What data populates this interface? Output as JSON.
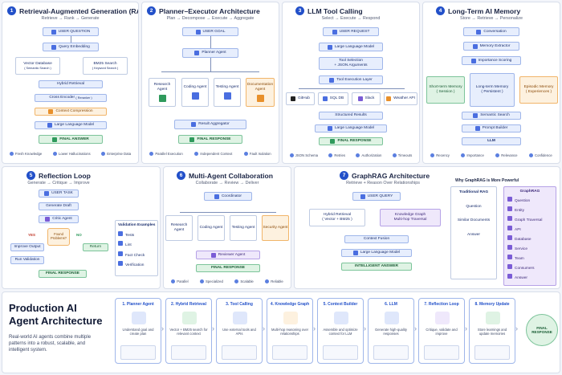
{
  "p1": {
    "num": "1",
    "title": "Retrieval-Augmented Generation (RAG)",
    "sub": "Retrieve  →  Rank  →  Generate",
    "user_question": "USER QUESTION",
    "query_embedding": "Query Embedding",
    "vector_db": "Vector Database",
    "vector_db_sub": "( Semantic Search )",
    "bm25": "BM25 Search",
    "bm25_sub": "( Keyword Search )",
    "hybrid": "Hybrid Retrieval",
    "cross": "Cross Encoder",
    "cross_sub": "( Reranker )",
    "compress": "Context Compression",
    "llm": "Large Language Model",
    "final": "FINAL ANSWER",
    "f1": "Fresh Knowledge",
    "f2": "Lower Hallucinations",
    "f3": "Enterprise Data"
  },
  "p2": {
    "num": "2",
    "title": "Planner–Executor Architecture",
    "sub": "Plan  →  Decompose  →  Execute  →  Aggregate",
    "goal": "USER GOAL",
    "planner": "Planner Agent",
    "a1": "Research Agent",
    "a2": "Coding Agent",
    "a3": "Testing Agent",
    "a4": "Documentation Agent",
    "agg": "Result Aggregator",
    "final": "FINAL RESPONSE",
    "f1": "Parallel Execution",
    "f2": "Independent Context",
    "f3": "Fault Isolation"
  },
  "p3": {
    "num": "3",
    "title": "LLM Tool Calling",
    "sub": "Select  →  Execute  →  Respond",
    "req": "USER REQUEST",
    "llm1": "Large Language Model",
    "sel": "Tool Selection",
    "sel2": "+ JSON Arguments",
    "exec": "Tool Execution Layer",
    "t1": "GitHub",
    "t2": "SQL DB",
    "t3": "Slack",
    "t4": "Weather API",
    "structured": "Structured Results",
    "llm2": "Large Language Model",
    "final": "FINAL RESPONSE",
    "f1": "JSON Schema",
    "f2": "Retries",
    "f3": "Authorization",
    "f4": "Timeouts"
  },
  "p4": {
    "num": "4",
    "title": "Long-Term AI Memory",
    "sub": "Store  →  Retrieve  →  Personalize",
    "conv": "Conversation",
    "extract": "Memory Extractor",
    "score": "Importance Scoring",
    "st": "Short-term Memory",
    "st_sub": "( Session )",
    "lt": "Long-term Memory",
    "lt_sub": "( Persistent )",
    "ep": "Episodic Memory",
    "ep_sub": "( Experiences )",
    "sem": "Semantic Search",
    "prompt": "Prompt Builder",
    "llm": "LLM",
    "f1": "Recency",
    "f2": "Importance",
    "f3": "Relevance",
    "f4": "Confidence"
  },
  "p5": {
    "num": "5",
    "title": "Reflection Loop",
    "sub": "Generate  →  Critique  →  Improve",
    "task": "USER TASK",
    "draft": "Generate Draft",
    "critic": "Critic Agent",
    "found": "Found Problems?",
    "yes": "YES",
    "no": "NO",
    "improve": "Improve Output",
    "return": "Return",
    "run": "Run Validation",
    "final": "FINAL RESPONSE",
    "val_title": "Validation Examples",
    "v1": "Tests",
    "v2": "Lint",
    "v3": "Fact Check",
    "v4": "Verification"
  },
  "p6": {
    "num": "6",
    "title": "Multi-Agent Collaboration",
    "sub": "Collaborate  →  Review  →  Deliver",
    "coord": "Coordinator",
    "a1": "Research Agent",
    "a2": "Coding Agent",
    "a3": "Testing Agent",
    "a4": "Security Agent",
    "rev": "Reviewer Agent",
    "final": "FINAL RESPONSE",
    "f1": "Parallel",
    "f2": "Specialized",
    "f3": "Scalable",
    "f4": "Reliable"
  },
  "p7": {
    "num": "7",
    "title": "GraphRAG Architecture",
    "sub": "Retrieve  +  Reason Over Relationships",
    "query": "USER QUERY",
    "hybrid": "Hybrid Retrieval",
    "hybrid_sub": "( Vector + BM25 )",
    "kg": "Knowledge Graph",
    "kg_sub": "Multi-hop Traversal",
    "fusion": "Context Fusion",
    "llm": "Large Language Model",
    "final": "INTELLIGENT ANSWER",
    "why": "Why GraphRAG is More Powerful",
    "trad": "Traditional RAG",
    "graph": "GraphRAG",
    "t1": "Question",
    "t2": "Similar Documents",
    "t3": "Answer",
    "g": [
      "Question",
      "Entity",
      "Graph Traversal",
      "API",
      "Database",
      "Service",
      "Team",
      "Consumers",
      "Answer"
    ]
  },
  "prod": {
    "title": "Production AI Agent Architecture",
    "desc": "Real-world AI agents combine multiple patterns into a robust, scalable, and intelligent system.",
    "steps": [
      {
        "t": "1. Planner Agent",
        "d": "Understand goal and create plan"
      },
      {
        "t": "2. Hybrid Retrieval",
        "d": "Vector + BM25 search for relevant context"
      },
      {
        "t": "3. Tool Calling",
        "d": "Use external tools and APIs"
      },
      {
        "t": "4. Knowledge Graph",
        "d": "Multi-hop reasoning over relationships"
      },
      {
        "t": "5. Context Builder",
        "d": "Assemble and optimize context for LLM"
      },
      {
        "t": "6. LLM",
        "d": "Generate high-quality responses"
      },
      {
        "t": "7. Reflection Loop",
        "d": "Critique, validate and improve"
      },
      {
        "t": "8. Memory Update",
        "d": "Store learnings and update memories"
      }
    ],
    "final": "FINAL RESPONSE"
  }
}
